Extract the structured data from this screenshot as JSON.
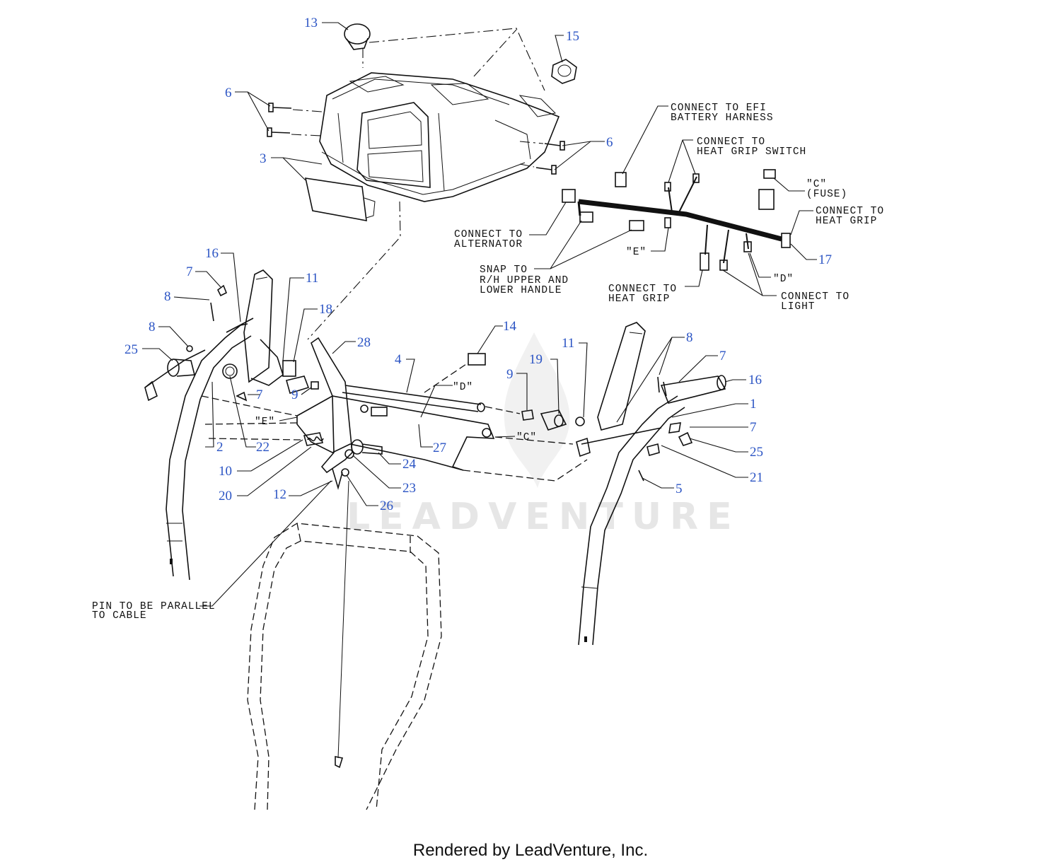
{
  "callouts": [
    {
      "id": "c13",
      "text": "13"
    },
    {
      "id": "c15",
      "text": "15"
    },
    {
      "id": "c6a",
      "text": "6"
    },
    {
      "id": "c6b",
      "text": "6"
    },
    {
      "id": "c3",
      "text": "3"
    },
    {
      "id": "c16a",
      "text": "16"
    },
    {
      "id": "c11a",
      "text": "11"
    },
    {
      "id": "c7a",
      "text": "7"
    },
    {
      "id": "c8a",
      "text": "8"
    },
    {
      "id": "c18",
      "text": "18"
    },
    {
      "id": "c8b",
      "text": "8"
    },
    {
      "id": "c25a",
      "text": "25"
    },
    {
      "id": "c7b",
      "text": "7"
    },
    {
      "id": "c9a",
      "text": "9"
    },
    {
      "id": "c2",
      "text": "2"
    },
    {
      "id": "c22",
      "text": "22"
    },
    {
      "id": "c10",
      "text": "10"
    },
    {
      "id": "c20",
      "text": "20"
    },
    {
      "id": "c12",
      "text": "12"
    },
    {
      "id": "c28",
      "text": "28"
    },
    {
      "id": "c4",
      "text": "4"
    },
    {
      "id": "c14",
      "text": "14"
    },
    {
      "id": "c27",
      "text": "27"
    },
    {
      "id": "c24",
      "text": "24"
    },
    {
      "id": "c23",
      "text": "23"
    },
    {
      "id": "c26",
      "text": "26"
    },
    {
      "id": "c9b",
      "text": "9"
    },
    {
      "id": "c19",
      "text": "19"
    },
    {
      "id": "c11b",
      "text": "11"
    },
    {
      "id": "c8c",
      "text": "8"
    },
    {
      "id": "c7c",
      "text": "7"
    },
    {
      "id": "c16b",
      "text": "16"
    },
    {
      "id": "c1",
      "text": "1"
    },
    {
      "id": "c7d",
      "text": "7"
    },
    {
      "id": "c25b",
      "text": "25"
    },
    {
      "id": "c21",
      "text": "21"
    },
    {
      "id": "c5",
      "text": "5"
    },
    {
      "id": "c17",
      "text": "17"
    }
  ],
  "notes": {
    "efi_1": "CONNECT TO EFI",
    "efi_2": "BATTERY HARNESS",
    "hgs_1": "CONNECT TO",
    "hgs_2": "HEAT GRIP SWITCH",
    "c_fuse_1": "\"C\"",
    "c_fuse_2": "(FUSE)",
    "hg_right_1": "CONNECT TO",
    "hg_right_2": "HEAT GRIP",
    "alt_1": "CONNECT TO",
    "alt_2": "ALTERNATOR",
    "e_harness": "\"E\"",
    "snap_1": "SNAP TO",
    "snap_2": "R/H UPPER AND",
    "snap_3": "LOWER HANDLE",
    "d_harness": "\"D\"",
    "hg_bottom_1": "CONNECT TO",
    "hg_bottom_2": "HEAT GRIP",
    "light_1": "CONNECT TO",
    "light_2": "LIGHT",
    "d_panel": "\"D\"",
    "e_panel": "\"E\"",
    "c_panel": "\"C\"",
    "pin_1": "PIN TO BE PARALLEL",
    "pin_2": "TO CABLE"
  },
  "watermark": "LEADVENTURE",
  "footer": "Rendered by LeadVenture, Inc."
}
